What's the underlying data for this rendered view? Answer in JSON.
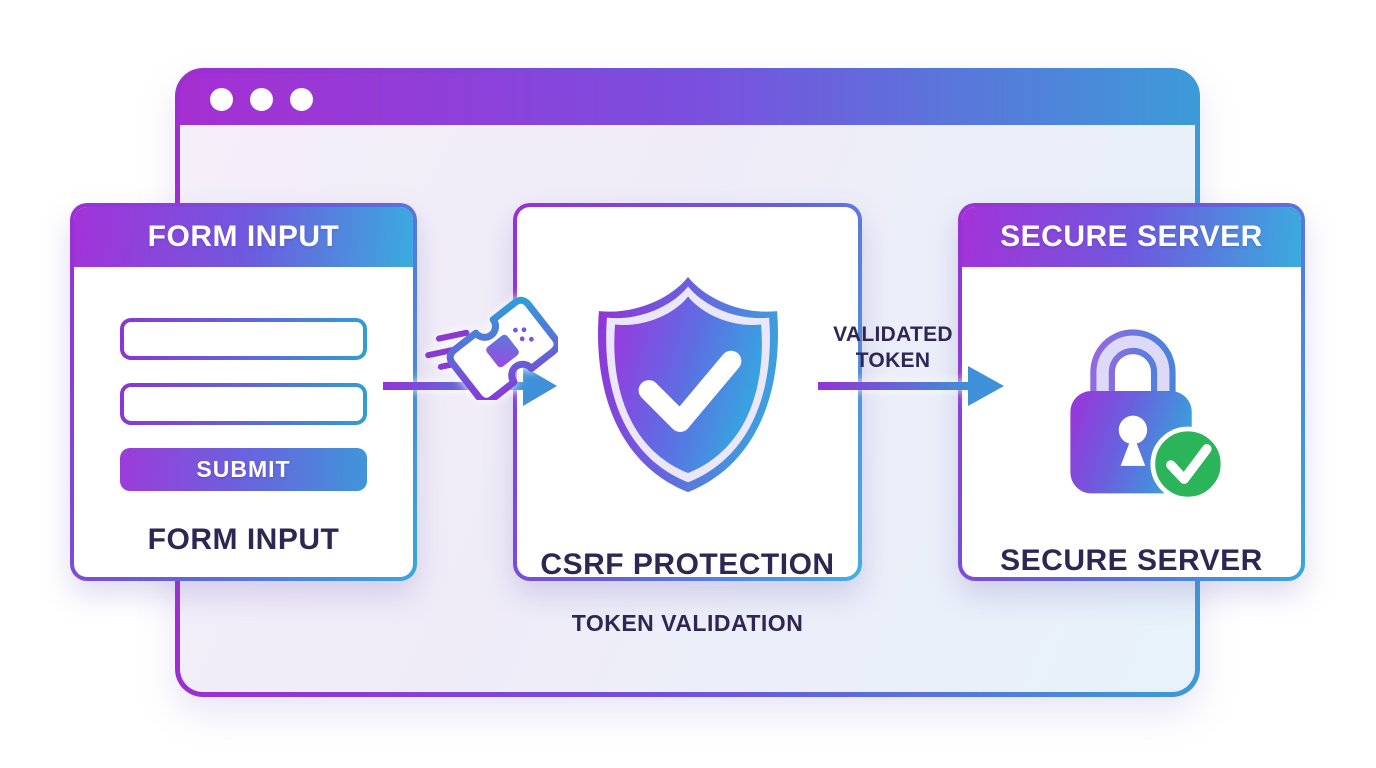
{
  "diagram": {
    "title_caption": "TOKEN VALIDATION",
    "form_card": {
      "header": "FORM INPUT",
      "caption": "FORM INPUT",
      "submit_label": "SUBMIT",
      "input_count": 2,
      "input_values": [
        "",
        ""
      ]
    },
    "csrf_card": {
      "caption": "CSRF PROTECTION",
      "icon": "shield-check-icon"
    },
    "server_card": {
      "header": "SECURE SERVER",
      "caption": "SECURE SERVER",
      "icon": "padlock-icon",
      "badge_icon": "check-badge-icon"
    },
    "flow": {
      "arrow_1_icon": "ticket-icon",
      "arrow_2_label": "VALIDATED TOKEN"
    },
    "window": {
      "control_dots": 3
    },
    "colors": {
      "purple": "#9c2ed2",
      "indigo": "#6e56dd",
      "blue": "#3d9ad9",
      "cyan": "#36a8dd",
      "navy": "#2e2753",
      "green": "#2cb45a",
      "body_light": "#f4eff9",
      "body_blue": "#e7f2fa"
    }
  }
}
